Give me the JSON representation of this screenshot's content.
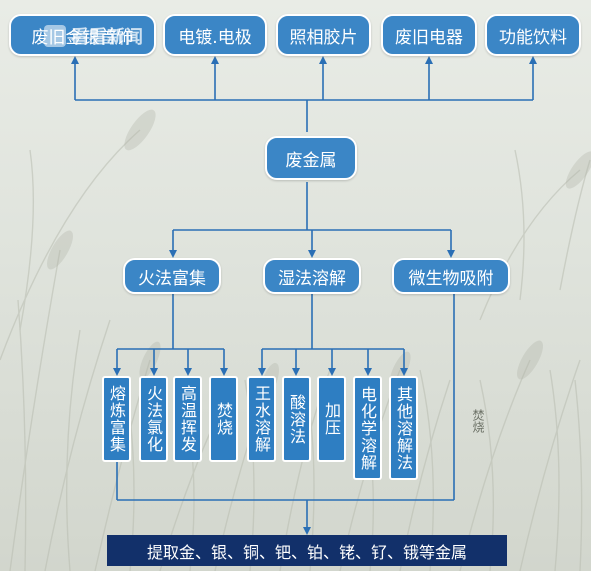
{
  "colors": {
    "node_fill": "#3b86c6",
    "node_border": "#ffffff",
    "sub_node_fill": "#2e7ec2",
    "result_fill": "#12306a",
    "connector": "#2a6fb5",
    "background": "#dfe3dc"
  },
  "sources": [
    "废旧金银首饰",
    "电镀.电极",
    "照相胶片",
    "废旧电器",
    "功能饮料"
  ],
  "center": "废金属",
  "methods": [
    "火法富集",
    "湿法溶解",
    "微生物吸附"
  ],
  "fire_methods": [
    "熔炼富集",
    "火法氯化",
    "高温挥发",
    "焚烧"
  ],
  "wet_methods": [
    "王水溶解",
    "酸溶法",
    "加压",
    "电化学溶解",
    "其他溶解法"
  ],
  "result": "提取金、银、铜、钯、铂、铑、钌、锇等金属",
  "side_note": "焚烧",
  "watermark": {
    "text": "看看新闻",
    "icon": "news-logo-icon"
  }
}
